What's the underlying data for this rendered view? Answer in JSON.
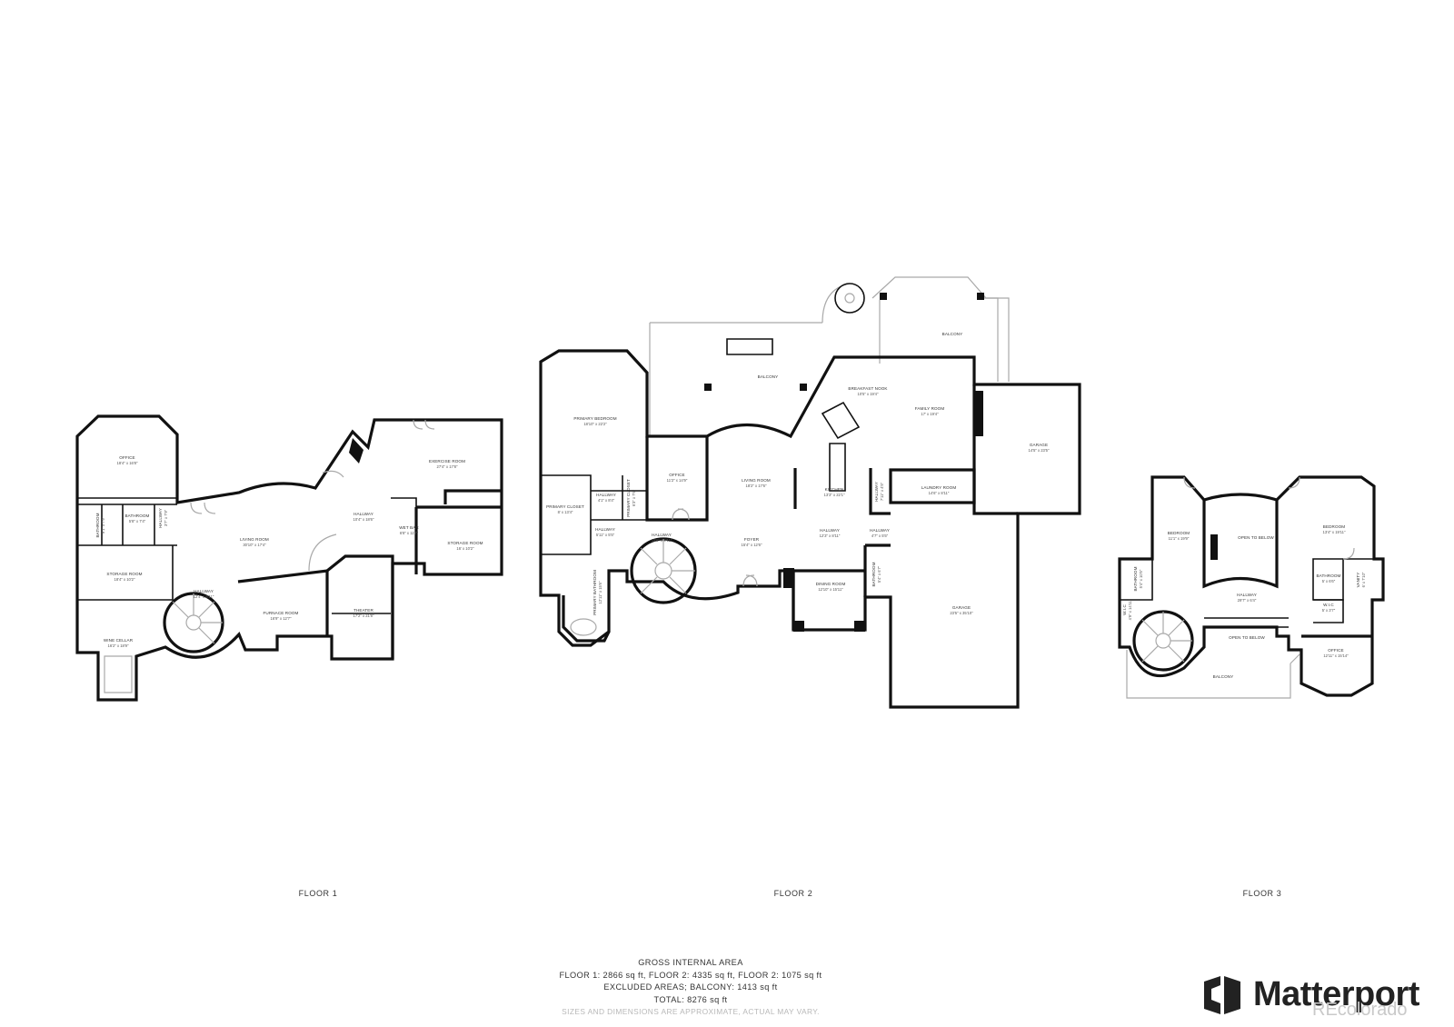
{
  "floors": [
    {
      "label": "FLOOR 1"
    },
    {
      "label": "FLOOR 2"
    },
    {
      "label": "FLOOR 3"
    }
  ],
  "rooms": {
    "f1_office": {
      "name": "OFFICE",
      "dim": "18'4\" x 16'8\""
    },
    "f1_bathroom_a": {
      "name": "BATHROOM",
      "dim": "9'1\" x 7'9\""
    },
    "f1_bathroom_b": {
      "name": "BATHROOM",
      "dim": "5'8\" x 7'4\""
    },
    "f1_hallway_a": {
      "name": "HALLWAY",
      "dim": "3'7\" x 7'9\""
    },
    "f1_storage_a": {
      "name": "STORAGE ROOM",
      "dim": "18'4\" x 10'2\""
    },
    "f1_wine": {
      "name": "WINE CELLAR",
      "dim": "16'2\" x 18'9\""
    },
    "f1_living": {
      "name": "LIVING ROOM",
      "dim": "30'10\" x 17'4\""
    },
    "f1_hallway_b": {
      "name": "HALLWAY",
      "dim": "12'4\" x 8'11\""
    },
    "f1_furnace": {
      "name": "FURNACE ROOM",
      "dim": "16'9\" x 12'7\""
    },
    "f1_theater": {
      "name": "THEATER",
      "dim": "17'2\" x 21'8\""
    },
    "f1_hallway_c": {
      "name": "HALLWAY",
      "dim": "10'4\" x 18'6\""
    },
    "f1_wetbar": {
      "name": "WET BAR",
      "dim": "6'8\" x 11'7\""
    },
    "f1_exercise": {
      "name": "EXERCISE ROOM",
      "dim": "27'4\" x 17'8\""
    },
    "f1_storage_b": {
      "name": "STORAGE ROOM",
      "dim": "16' x 10'2\""
    },
    "f2_primary_bed": {
      "name": "PRIMARY BEDROOM",
      "dim": "18'10\" x 22'2\""
    },
    "f2_balcony_a": {
      "name": "BALCONY",
      "dim": ""
    },
    "f2_balcony_b": {
      "name": "BALCONY",
      "dim": ""
    },
    "f2_breakfast": {
      "name": "BREAKFAST NOOK",
      "dim": "10'5\" x 19'4\""
    },
    "f2_family": {
      "name": "FAMILY ROOM",
      "dim": "17' x 19'4\""
    },
    "f2_garage_a": {
      "name": "GARAGE",
      "dim": "14'5\" x 23'5\""
    },
    "f2_primary_closet": {
      "name": "PRIMARY CLOSET",
      "dim": "8' x 13'4\""
    },
    "f2_hallway_a": {
      "name": "HALLWAY",
      "dim": "4'1\" x 8'4\""
    },
    "f2_primary_closet_b": {
      "name": "PRIMARY CLOSET",
      "dim": "6'3\" x 7'6\""
    },
    "f2_office": {
      "name": "OFFICE",
      "dim": "11'2\" x 14'9\""
    },
    "f2_living": {
      "name": "LIVING ROOM",
      "dim": "18'2\" x 17'6\""
    },
    "f2_kitchen": {
      "name": "KITCHEN",
      "dim": "13'3\" x 22'1\""
    },
    "f2_hallway_b": {
      "name": "HALLWAY",
      "dim": "7'11\" x 4'5\""
    },
    "f2_laundry": {
      "name": "LAUNDRY ROOM",
      "dim": "14'6\" x 8'11\""
    },
    "f2_hallway_c": {
      "name": "HALLWAY",
      "dim": "5'11\" x 5'5\""
    },
    "f2_hallway_d": {
      "name": "HALLWAY",
      "dim": "15'8\" x 9'11\""
    },
    "f2_foyer": {
      "name": "FOYER",
      "dim": "15'4\" x 12'6\""
    },
    "f2_hallway_e": {
      "name": "HALLWAY",
      "dim": "12'3\" x 8'11\""
    },
    "f2_hallway_f": {
      "name": "HALLWAY",
      "dim": "4'7\" x 5'5\""
    },
    "f2_bathroom": {
      "name": "BATHROOM",
      "dim": "5'4\" x 6'7\""
    },
    "f2_primary_bath": {
      "name": "PRIMARY BATHROOM",
      "dim": "12'11\" x 15'6\""
    },
    "f2_dining": {
      "name": "DINING ROOM",
      "dim": "12'10\" x 15'11\""
    },
    "f2_garage_b": {
      "name": "GARAGE",
      "dim": "23'5\" x 35'10\""
    },
    "f3_bedroom_a": {
      "name": "BEDROOM",
      "dim": "11'1\" x 19'9\""
    },
    "f3_open_a": {
      "name": "OPEN TO BELOW",
      "dim": ""
    },
    "f3_bedroom_b": {
      "name": "BEDROOM",
      "dim": "13'4\" x 19'11\""
    },
    "f3_bathroom_a": {
      "name": "BATHROOM",
      "dim": "5'4\" x 10'5\""
    },
    "f3_hallway": {
      "name": "HALLWAY",
      "dim": "29'7\" x 6'4\""
    },
    "f3_bathroom_b": {
      "name": "BATHROOM",
      "dim": "5' x 6'6\""
    },
    "f3_vanity": {
      "name": "VANITY",
      "dim": "6' x 7'10\""
    },
    "f3_wic_a": {
      "name": "W.I.C",
      "dim": "4'9\" x 14'11\""
    },
    "f3_wic_b": {
      "name": "W.I.C",
      "dim": "5' x 3'7\""
    },
    "f3_open_b": {
      "name": "OPEN TO BELOW",
      "dim": ""
    },
    "f3_office": {
      "name": "OFFICE",
      "dim": "12'11\" x 15'14\""
    },
    "f3_balcony": {
      "name": "BALCONY",
      "dim": ""
    }
  },
  "area": {
    "title": "GROSS INTERNAL AREA",
    "line1": "FLOOR 1: 2866 sq ft, FLOOR 2: 4335 sq ft, FLOOR 2: 1075 sq ft",
    "line2": "EXCLUDED AREAS; BALCONY: 1413 sq ft",
    "line3": "TOTAL: 8276 sq ft",
    "note": "SIZES AND DIMENSIONS ARE APPROXIMATE, ACTUAL MAY VARY."
  },
  "brand": {
    "name": "Matterport",
    "icon": "matterport-logo-icon"
  },
  "watermark": "REcolorado"
}
